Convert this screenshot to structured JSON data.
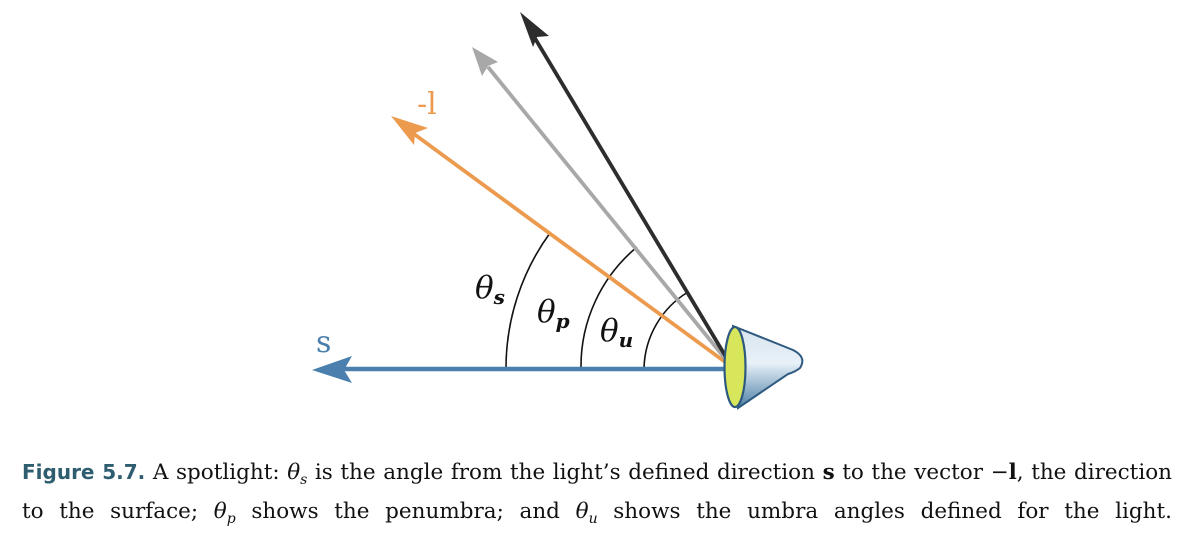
{
  "figure": {
    "labels": {
      "s_vector": "s",
      "neg_l_vector": "-l",
      "theta_s": "θ",
      "theta_s_sub": "s",
      "theta_p": "θ",
      "theta_p_sub": "p",
      "theta_u": "θ",
      "theta_u_sub": "u"
    },
    "colors": {
      "s_vector": "#4a7fae",
      "neg_l_vector": "#ec9a4e",
      "penumbra_vector": "#a8a8a8",
      "umbra_vector": "#2d2d2d",
      "cone_face": "#d7e65a",
      "cone_body_light": "#e8f1f8",
      "cone_body_dark": "#4d7fa6"
    }
  },
  "caption": {
    "label": "Figure 5.7.",
    "t1": "A spotlight:",
    "sym1": "θ",
    "sub1": "s",
    "t2": "is the angle from the light’s defined direction",
    "bold_s": "s",
    "t3": "to the vector −",
    "bold_l": "l",
    "t4": ", the direction to the surface;",
    "sym2": "θ",
    "sub2": "p",
    "t5": "shows the penumbra; and",
    "sym3": "θ",
    "sub3": "u",
    "t6": "shows the umbra angles defined for the light."
  }
}
